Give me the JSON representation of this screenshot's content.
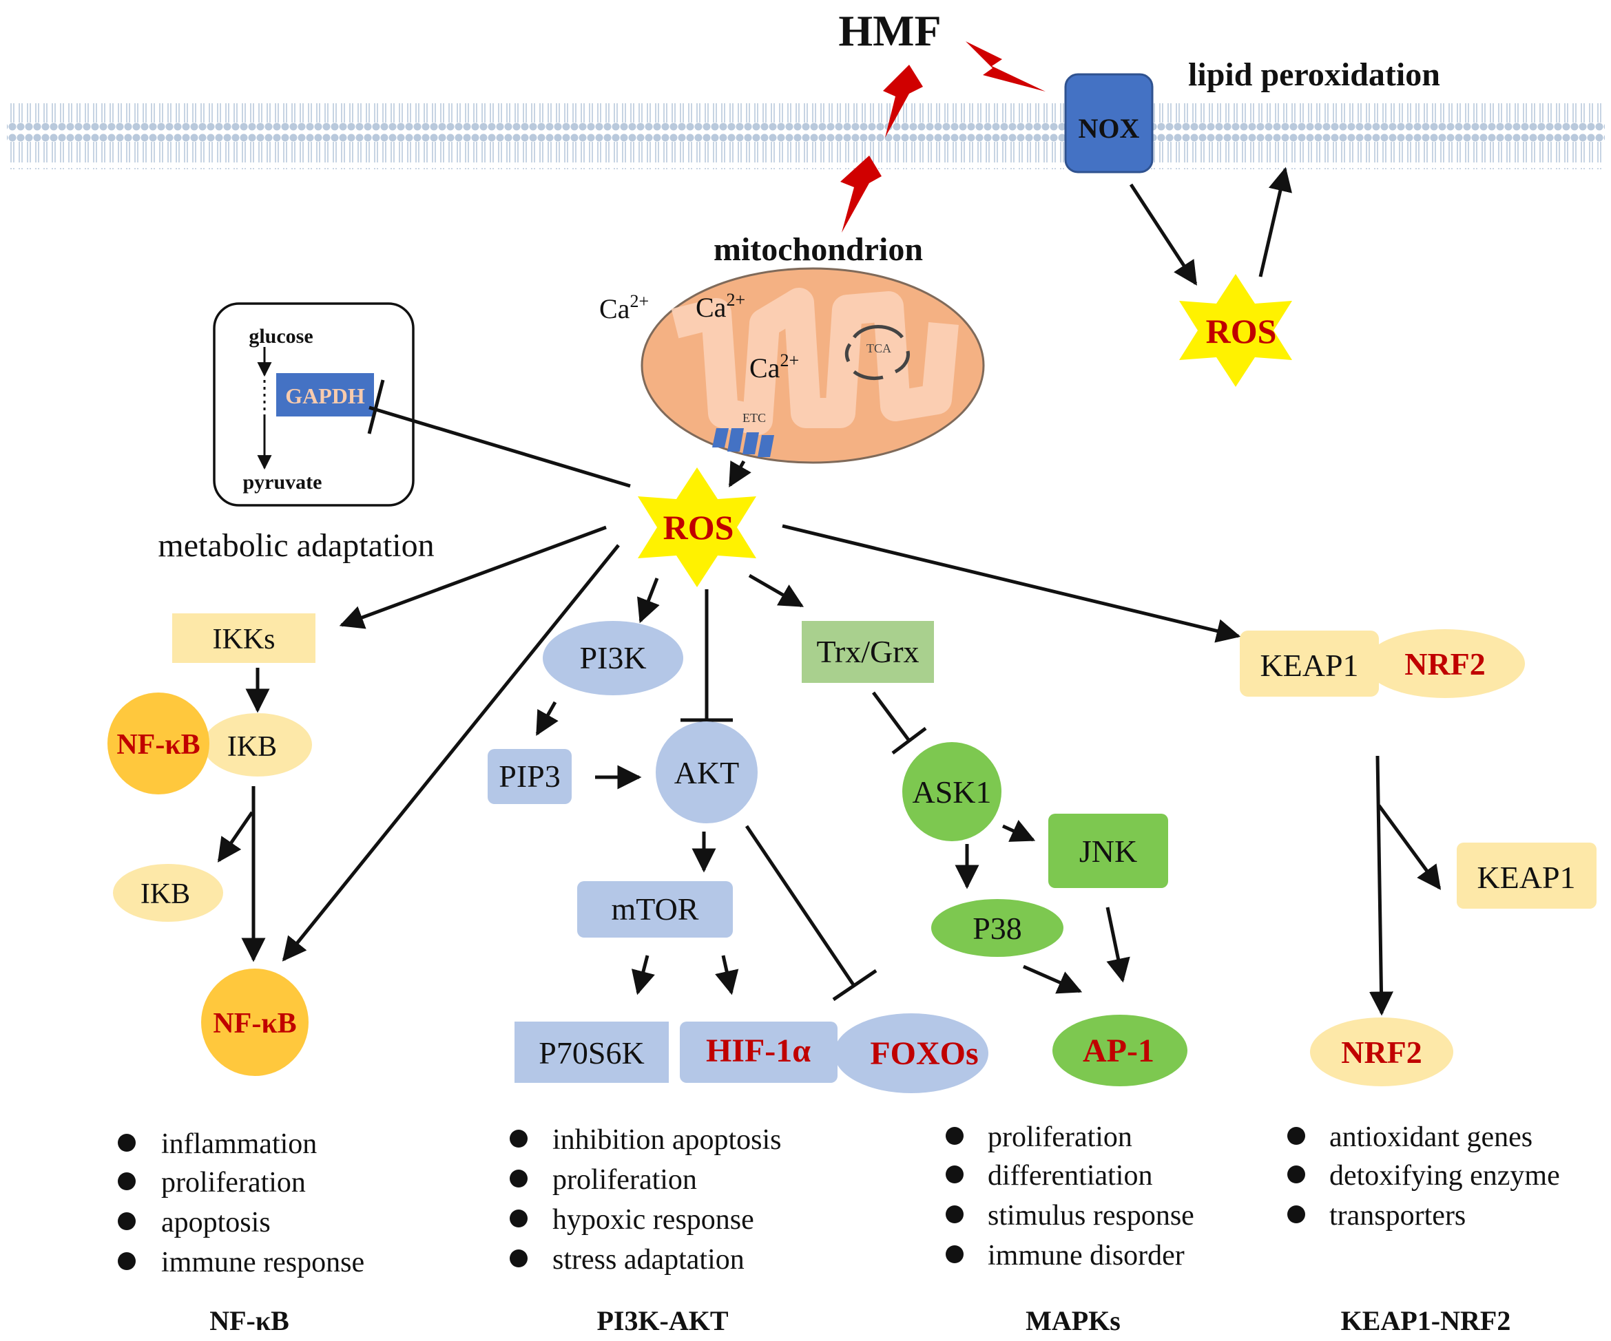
{
  "stimulus": "HMF",
  "membrane": {
    "nox": "NOX",
    "lipid": "lipid peroxidation",
    "ros": "ROS"
  },
  "mito": {
    "title": "mitochondrion",
    "ca_outer": "Ca",
    "ca_inner1": "Ca",
    "ca_inner2": "Ca",
    "ca_charge": "2+",
    "tca": "TCA",
    "etc": "ETC"
  },
  "metabolic": {
    "glucose": "glucose",
    "gapdh": "GAPDH",
    "pyruvate": "pyruvate",
    "caption": "metabolic adaptation"
  },
  "ros_center": "ROS",
  "nfkb": {
    "ikks": "IKKs",
    "nfkb_complex": "NF-κB",
    "ikb_complex": "IKB",
    "ikb_free": "IKB",
    "nfkb_free": "NF-κB",
    "bullets": [
      "inflammation",
      "proliferation",
      "apoptosis",
      "immune response"
    ],
    "title": "NF-κB"
  },
  "pi3k": {
    "pi3k": "PI3K",
    "pip3": "PIP3",
    "akt": "AKT",
    "mtor": "mTOR",
    "p70": "P70S6K",
    "hif": "HIF-1α",
    "foxo": "FOXOs",
    "bullets": [
      "inhibition apoptosis",
      "proliferation",
      "hypoxic response",
      "stress adaptation"
    ],
    "title": "PI3K-AKT"
  },
  "mapk": {
    "trx": "Trx/Grx",
    "ask1": "ASK1",
    "jnk": "JNK",
    "p38": "P38",
    "ap1": "AP-1",
    "bullets": [
      "proliferation",
      "differentiation",
      "stimulus response",
      "immune disorder"
    ],
    "title": "MAPKs"
  },
  "keap": {
    "keap1_complex": "KEAP1",
    "nrf2_complex": "NRF2",
    "keap1_free": "KEAP1",
    "nrf2_free": "NRF2",
    "bullets": [
      "antioxidant genes",
      "detoxifying enzyme",
      "transporters"
    ],
    "title": "KEAP1-NRF2"
  },
  "colors": {
    "red": "#c00000",
    "star": "#fff200",
    "blue_box": "#b4c7e7",
    "green": "#7dc850",
    "green_light": "#a9d08e",
    "yellow_light": "#fde8a8",
    "orange": "#ffc83d",
    "nox_blue": "#4472c4",
    "mito": "#f4b183"
  }
}
